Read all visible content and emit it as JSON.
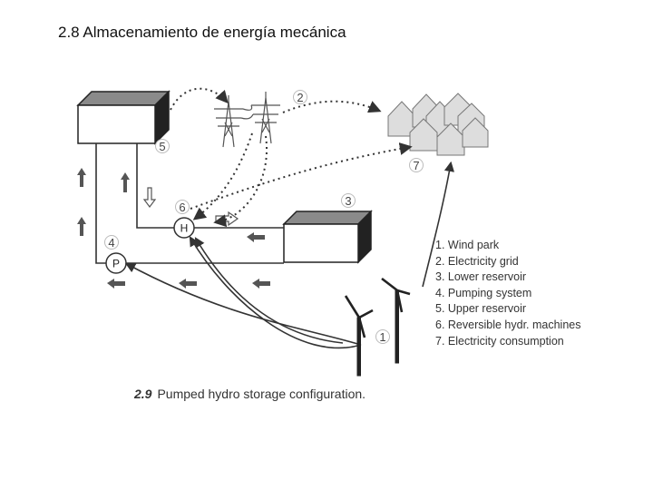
{
  "title": "2.8 Almacenamiento de energía mecánica",
  "diagram": {
    "callouts": [
      "1",
      "2",
      "3",
      "4",
      "5",
      "6",
      "7"
    ],
    "node_letters": {
      "turbine": "H",
      "pump": "P"
    },
    "icons": {
      "upper_reservoir": "cube-box-icon",
      "lower_reservoir": "cube-box-icon",
      "grid": "transmission-tower-icon",
      "consumers": "houses-icon",
      "wind_park": "wind-turbine-icon"
    },
    "colors": {
      "line": "#333333",
      "box_front": "#ffffff",
      "box_side": "#222222",
      "arrow_fill": "#555555"
    }
  },
  "legend": [
    "1. Wind park",
    "2. Electricity grid",
    "3. Lower reservoir",
    "4. Pumping system",
    "5. Upper reservoir",
    "6. Reversible hydr. machines",
    "7. Electricity consumption"
  ],
  "caption": {
    "figure_number": "2.9",
    "text": "Pumped hydro storage configuration."
  }
}
